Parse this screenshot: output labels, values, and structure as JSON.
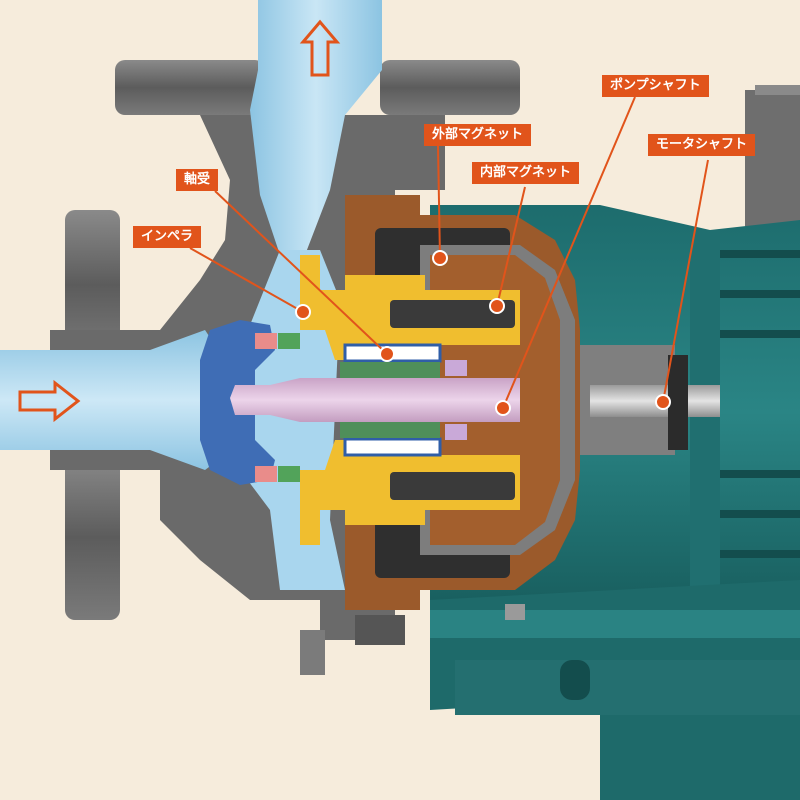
{
  "labels": {
    "outer_magnet": "外部マグネット",
    "pump_shaft": "ポンプシャフト",
    "motor_shaft": "モータシャフト",
    "inner_magnet": "内部マグネット",
    "bearing": "軸受",
    "impeller": "インペラ"
  },
  "colors": {
    "background": "#f6ecdc",
    "callout": "#e1541b",
    "water": "#9fd0ea",
    "casing": "#6f6f6f",
    "motor": "#1f6f6f",
    "bracket": "#a35d2b",
    "impeller_body": "#f0be2f",
    "pump_shaft": "#dcb7d8",
    "rear_casing": "#3c6bb5",
    "outer_magnet_block": "#3a3a3a",
    "inner_magnet_block": "#3a3a3a",
    "flow_arrow": "#e1541b"
  },
  "icons": {
    "inlet_arrow": "arrow-right-icon",
    "outlet_arrow": "arrow-up-icon"
  }
}
